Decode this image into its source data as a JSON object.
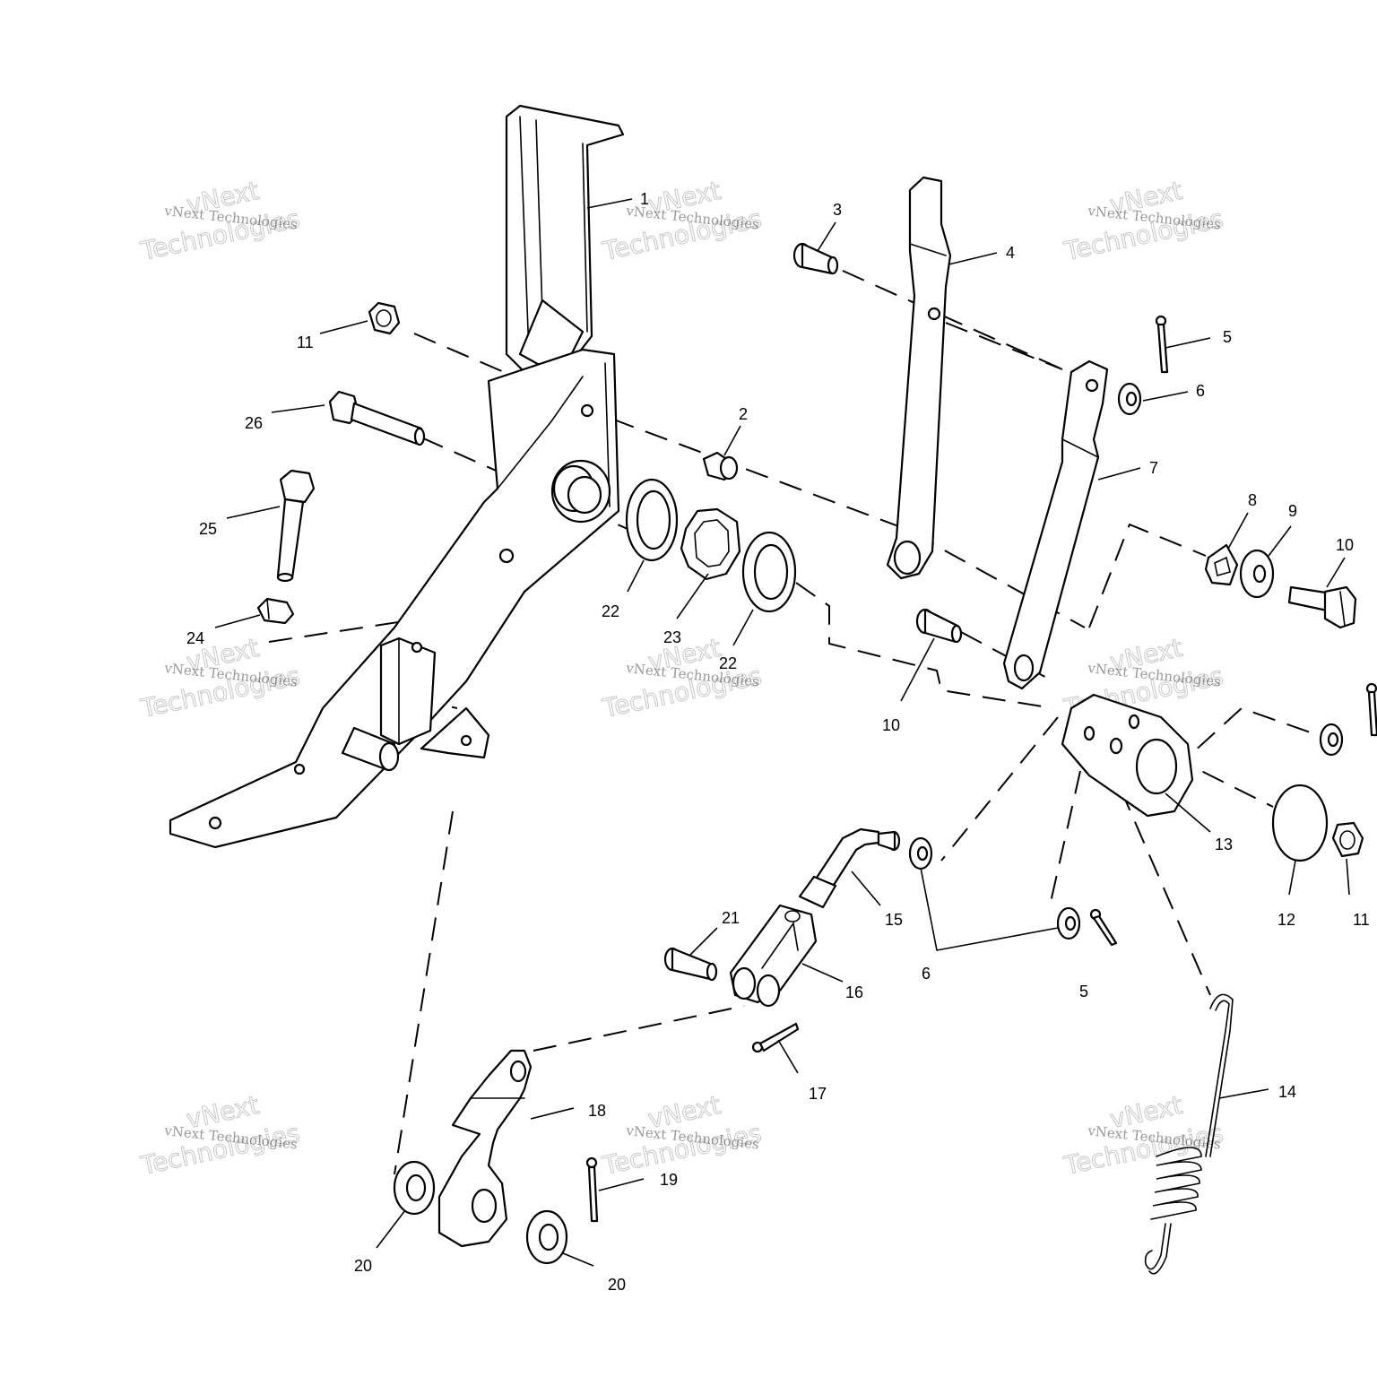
{
  "watermark": {
    "line1": "vNext Technologies",
    "line2": "vNext",
    "line3": "Technologies"
  },
  "callouts": {
    "c1": "1",
    "c2": "2",
    "c3": "3",
    "c4": "4",
    "c5a": "5",
    "c5b": "5",
    "c6a": "6",
    "c6b": "6",
    "c7": "7",
    "c8": "8",
    "c9": "9",
    "c10a": "10",
    "c10b": "10",
    "c11a": "11",
    "c11b": "11",
    "c12": "12",
    "c13": "13",
    "c14": "14",
    "c15": "15",
    "c16": "16",
    "c17": "17",
    "c18": "18",
    "c19": "19",
    "c20a": "20",
    "c20b": "20",
    "c21": "21",
    "c22a": "22",
    "c22b": "22",
    "c23": "23",
    "c24": "24",
    "c25": "25",
    "c26": "26"
  }
}
